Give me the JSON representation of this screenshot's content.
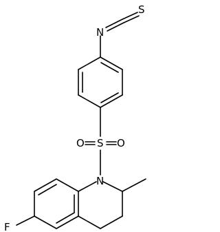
{
  "atoms": {
    "sulfur_thio": "S",
    "nitrogen_isothiocyanate": "N",
    "sulfur_sulfonyl": "S",
    "oxygen_left": "O",
    "oxygen_right": "O",
    "nitrogen_ring": "N",
    "fluorine": "F"
  },
  "colors": {
    "line": "#000000",
    "background": "#ffffff"
  }
}
